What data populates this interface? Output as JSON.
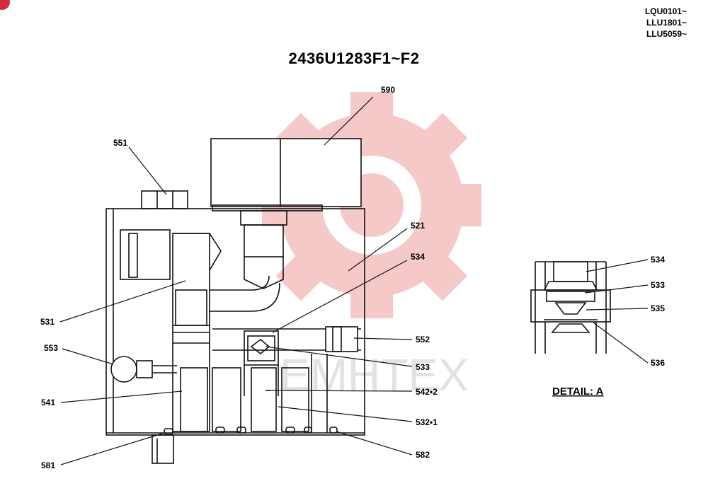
{
  "serial_ranges": [
    "LQU0101~",
    "LLU1801~",
    "LLU5059~"
  ],
  "drawing_title": "2436U1283F1~F2",
  "callouts": {
    "c590": "590",
    "c551": "551",
    "c521": "521",
    "c534": "534",
    "c531": "531",
    "c552": "552",
    "c553": "553",
    "c533": "533",
    "c541": "541",
    "c5422": "542•2",
    "c5321": "532•1",
    "c581": "581",
    "c582": "582"
  },
  "detail": {
    "title": "DETAIL: A",
    "callouts": {
      "d534": "534",
      "d533": "533",
      "d535": "535",
      "d536": "536"
    }
  },
  "watermark_text": "EMHTEX",
  "colors": {
    "watermark": "#f4b8b8",
    "badge": "#d62b3a",
    "line": "#111111"
  }
}
